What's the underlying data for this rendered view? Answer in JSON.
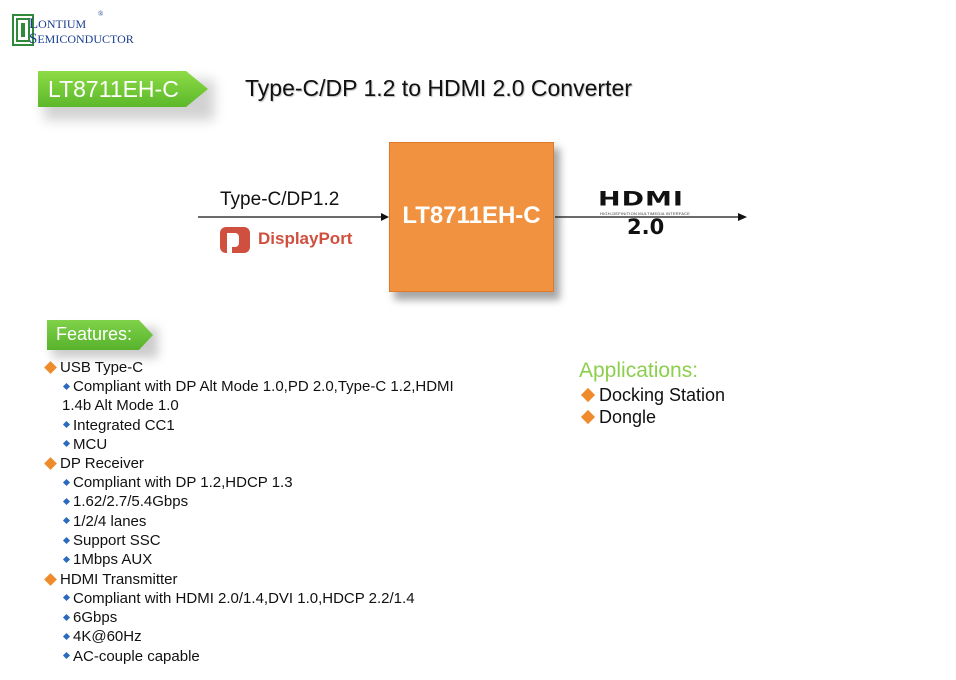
{
  "logo": {
    "reg_mark": "®",
    "line1_initial": "L",
    "line1_rest": "ONTIUM",
    "line2_initial": "S",
    "line2_rest": "EMICONDUCTOR"
  },
  "header": {
    "part_number": "LT8711EH-C",
    "title": "Type-C/DP 1.2 to HDMI 2.0 Converter"
  },
  "diagram": {
    "input_label": "Type-C/DP1.2",
    "displayport_logo": "DisplayPort",
    "chip_label": "LT8711EH-C",
    "hdmi_logo": "HDMI",
    "hdmi_tagline": "HIGH-DEFINITION MULTIMEDIA INTERFACE",
    "hdmi_version": "2.0"
  },
  "features": {
    "label": "Features:",
    "groups": [
      {
        "title": "USB Type-C",
        "items": [
          "Compliant with DP Alt Mode 1.0,PD 2.0,Type-C 1.2,HDMI 1.4b Alt Mode 1.0",
          "Integrated CC1",
          "MCU"
        ]
      },
      {
        "title": "DP Receiver",
        "items": [
          "Compliant with DP 1.2,HDCP 1.3",
          "1.62/2.7/5.4Gbps",
          "1/2/4 lanes",
          "Support SSC",
          "1Mbps AUX"
        ]
      },
      {
        "title": "HDMI Transmitter",
        "items": [
          "Compliant with HDMI 2.0/1.4,DVI 1.0,HDCP 2.2/1.4",
          "6Gbps",
          "4K@60Hz",
          "AC-couple capable"
        ]
      }
    ]
  },
  "applications": {
    "title": "Applications:",
    "items": [
      "Docking Station",
      "Dongle"
    ]
  },
  "colors": {
    "chip": "#f0923f",
    "badge_green": "#6cc43a",
    "apps_title": "#8ccf4d",
    "bullet_orange": "#ef8b2c",
    "bullet_blue": "#2a6bbd",
    "logo_blue": "#1a3f8f"
  }
}
